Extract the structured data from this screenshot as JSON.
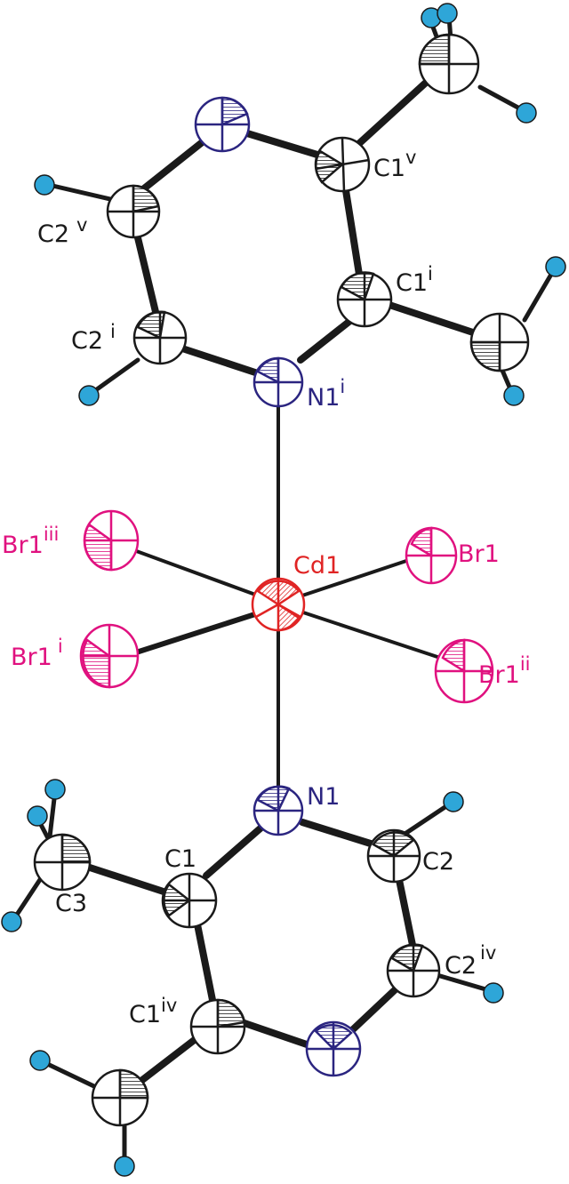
{
  "colors": {
    "carbon": "#1a1a1a",
    "nitrogen": "#2b2580",
    "bromine": "#e0117f",
    "cadmium": "#e02424",
    "hydrogen": "#2ea6d8",
    "bond": "#1a1a1a"
  },
  "labels": {
    "cd1": "Cd1",
    "br1": "Br1",
    "br1_ii": "Br1",
    "br1_ii_sup": "ii",
    "br1_iii": "Br1",
    "br1_iii_sup": "iii",
    "br1_i": "Br1",
    "br1_i_sup": "i",
    "n1": "N1",
    "n1_i": "N1",
    "n1_i_sup": "i",
    "c1": "C1",
    "c2": "C2",
    "c3": "C3",
    "c1_iv": "C1",
    "c1_iv_sup": "iv",
    "c2_iv": "C2",
    "c2_iv_sup": "iv",
    "c1_i": "C1",
    "c1_i_sup": "i",
    "c2_i": "C2",
    "c2_i_sup": "i",
    "c1_v": "C1",
    "c1_v_sup": "v",
    "c2_v": "C2",
    "c2_v_sup": "v"
  }
}
